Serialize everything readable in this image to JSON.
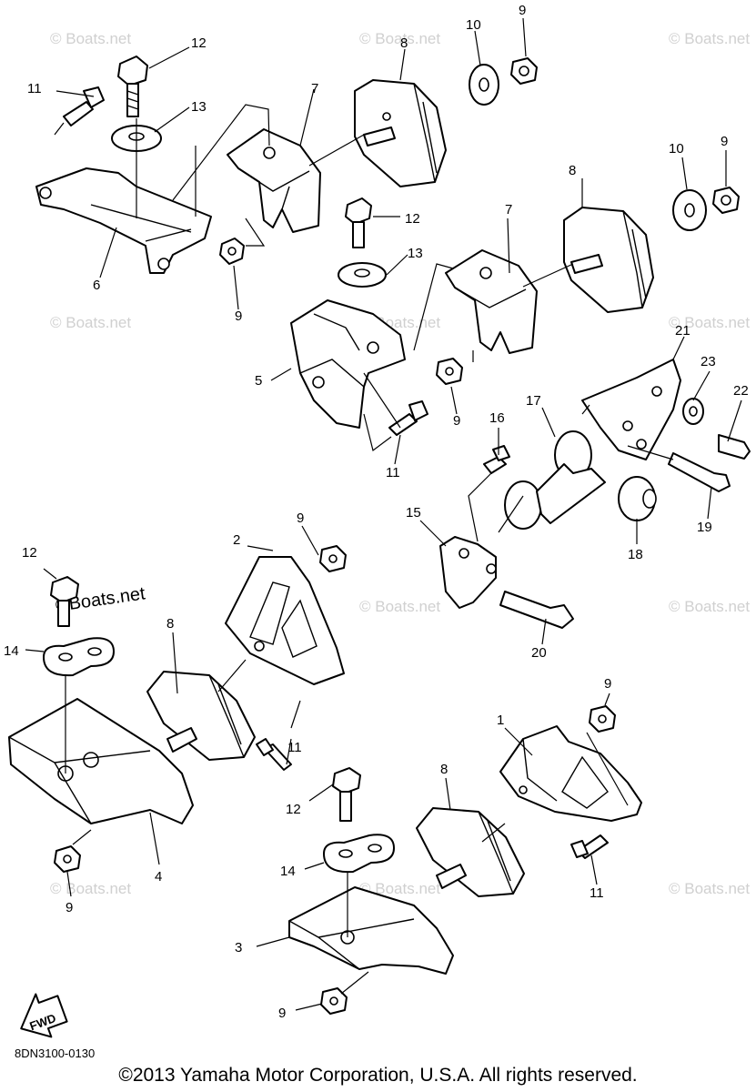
{
  "watermark_text": "© Boats.net",
  "watermark_dark_text": "©Boats.net",
  "diagram_code": "8DN3100-0130",
  "fwd_label": "FWD",
  "copyright": "©2013 Yamaha Motor Corporation, U.S.A. All rights reserved.",
  "labels": {
    "l12a": "12",
    "l11a": "11",
    "l13a": "13",
    "l7a": "7",
    "l8a": "8",
    "l10a": "10",
    "l9a": "9",
    "l6": "6",
    "l9b": "9",
    "l8b": "8",
    "l10b": "10",
    "l9c": "9",
    "l12b": "12",
    "l7b": "7",
    "l13b": "13",
    "l5": "5",
    "l9d": "9",
    "l11b": "11",
    "l21": "21",
    "l23": "23",
    "l22": "22",
    "l17": "17",
    "l16": "16",
    "l15": "15",
    "l19": "19",
    "l18": "18",
    "l20": "20",
    "l9e": "9",
    "l2": "2",
    "l12c": "12",
    "l8c": "8",
    "l14a": "14",
    "l11c": "11",
    "l4": "4",
    "l9f": "9",
    "l9g": "9",
    "l1": "1",
    "l8d": "8",
    "l12d": "12",
    "l14b": "14",
    "l11d": "11",
    "l3": "3",
    "l9h": "9"
  }
}
